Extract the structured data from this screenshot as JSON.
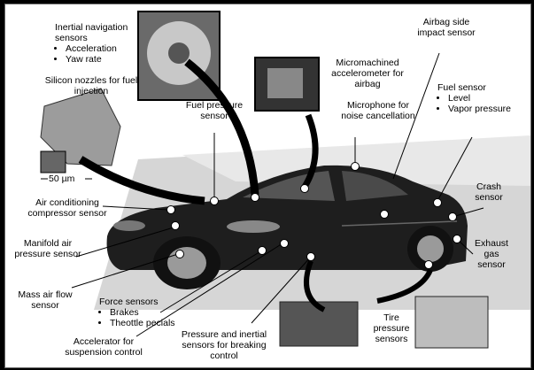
{
  "colors": {
    "background": "#000000",
    "panel": "#ffffff",
    "car": "#1a1a1a",
    "sensor_dot": "#ffffff"
  },
  "labels": {
    "inertial": {
      "title": "Inertial navigation sensors",
      "items": [
        "Acceleration",
        "Yaw rate"
      ]
    },
    "silicon": "Silicon nozzles for fuel injection",
    "scale": "50 µm",
    "fuel_pressure": "Fuel pressure sensor",
    "micromachined": "Micromachined accelerometer for airbag",
    "microphone": "Microphone for noise cancellation",
    "airbag": "Airbag side impact sensor",
    "fuel_sensor": {
      "title": "Fuel sensor",
      "items": [
        "Level",
        "Vapor pressure"
      ]
    },
    "crash": "Crash sensor",
    "air_conditioning": "Air conditioning compressor sensor",
    "manifold": "Manifold air pressure sensor",
    "exhaust": "Exhaust gas sensor",
    "mass_air": "Mass air flow sensor",
    "force": {
      "title": "Force sensors",
      "items": [
        "Brakes",
        "Theottle pecials"
      ]
    },
    "accelerator": "Accelerator for suspension control",
    "pressure_inertial": "Pressure and inertial sensors for breaking control",
    "tire": "Tire pressure sensors"
  }
}
